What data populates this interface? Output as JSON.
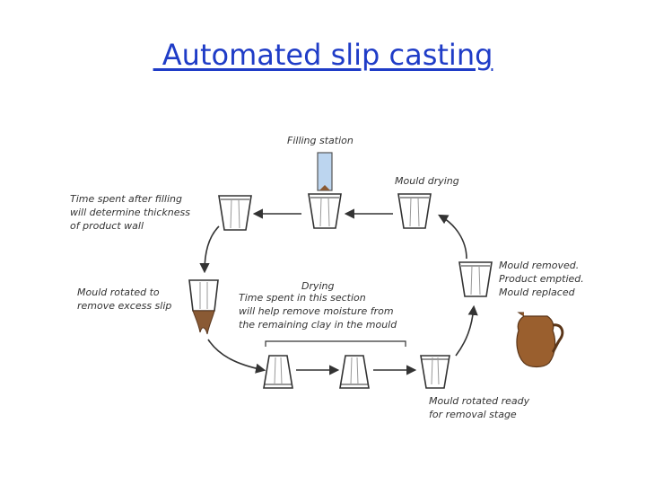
{
  "slide": {
    "title": " Automated slip casting"
  },
  "labels": {
    "filling_station": "Filling station",
    "mould_drying": "Mould drying",
    "time_spent_after_filling": [
      "Time spent after filling",
      "will determine thickness",
      "of product wall"
    ],
    "mould_removed": [
      "Mould removed.",
      "Product emptied.",
      "Mould replaced"
    ],
    "mould_rotated_excess": [
      "Mould rotated to",
      "remove excess slip"
    ],
    "drying_title": "Drying",
    "drying_text": [
      "Time spent in this section",
      "will help remove moisture from",
      "the remaining clay in the mould"
    ],
    "mould_rotated_ready": [
      "Mould rotated ready",
      "for removal stage"
    ]
  },
  "colors": {
    "title": "#1f3cc7",
    "filling_pipe": "#bcd5ef",
    "slip": "#8a5a34",
    "jug": "#9a5f2e",
    "line": "#333333"
  }
}
